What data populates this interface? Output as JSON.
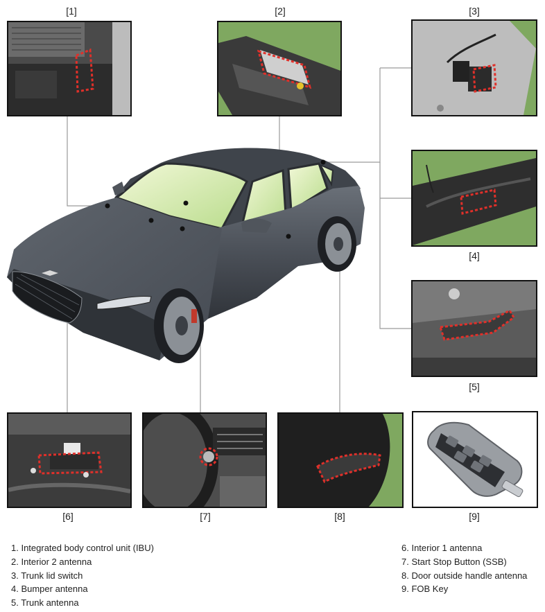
{
  "panels": [
    {
      "id": "1",
      "label": "[1]"
    },
    {
      "id": "2",
      "label": "[2]"
    },
    {
      "id": "3",
      "label": "[3]"
    },
    {
      "id": "4",
      "label": "[4]"
    },
    {
      "id": "5",
      "label": "[5]"
    },
    {
      "id": "6",
      "label": "[6]"
    },
    {
      "id": "7",
      "label": "[7]"
    },
    {
      "id": "8",
      "label": "[8]"
    },
    {
      "id": "9",
      "label": "[9]"
    }
  ],
  "legend_left": [
    "1. Integrated body control unit (IBU)",
    "2. Interior 2 antenna",
    "3. Trunk lid switch",
    "4. Bumper antenna",
    "5. Trunk antenna"
  ],
  "legend_right": [
    "6. Interior 1 antenna",
    "7. Start Stop Button (SSB)",
    "8. Door outside handle antenna",
    "9. FOB Key"
  ],
  "colors": {
    "highlight": "#e0302a",
    "leader_line": "#9a9a9a",
    "car_body": "#4a4f56",
    "background_green": "#7fa860"
  }
}
